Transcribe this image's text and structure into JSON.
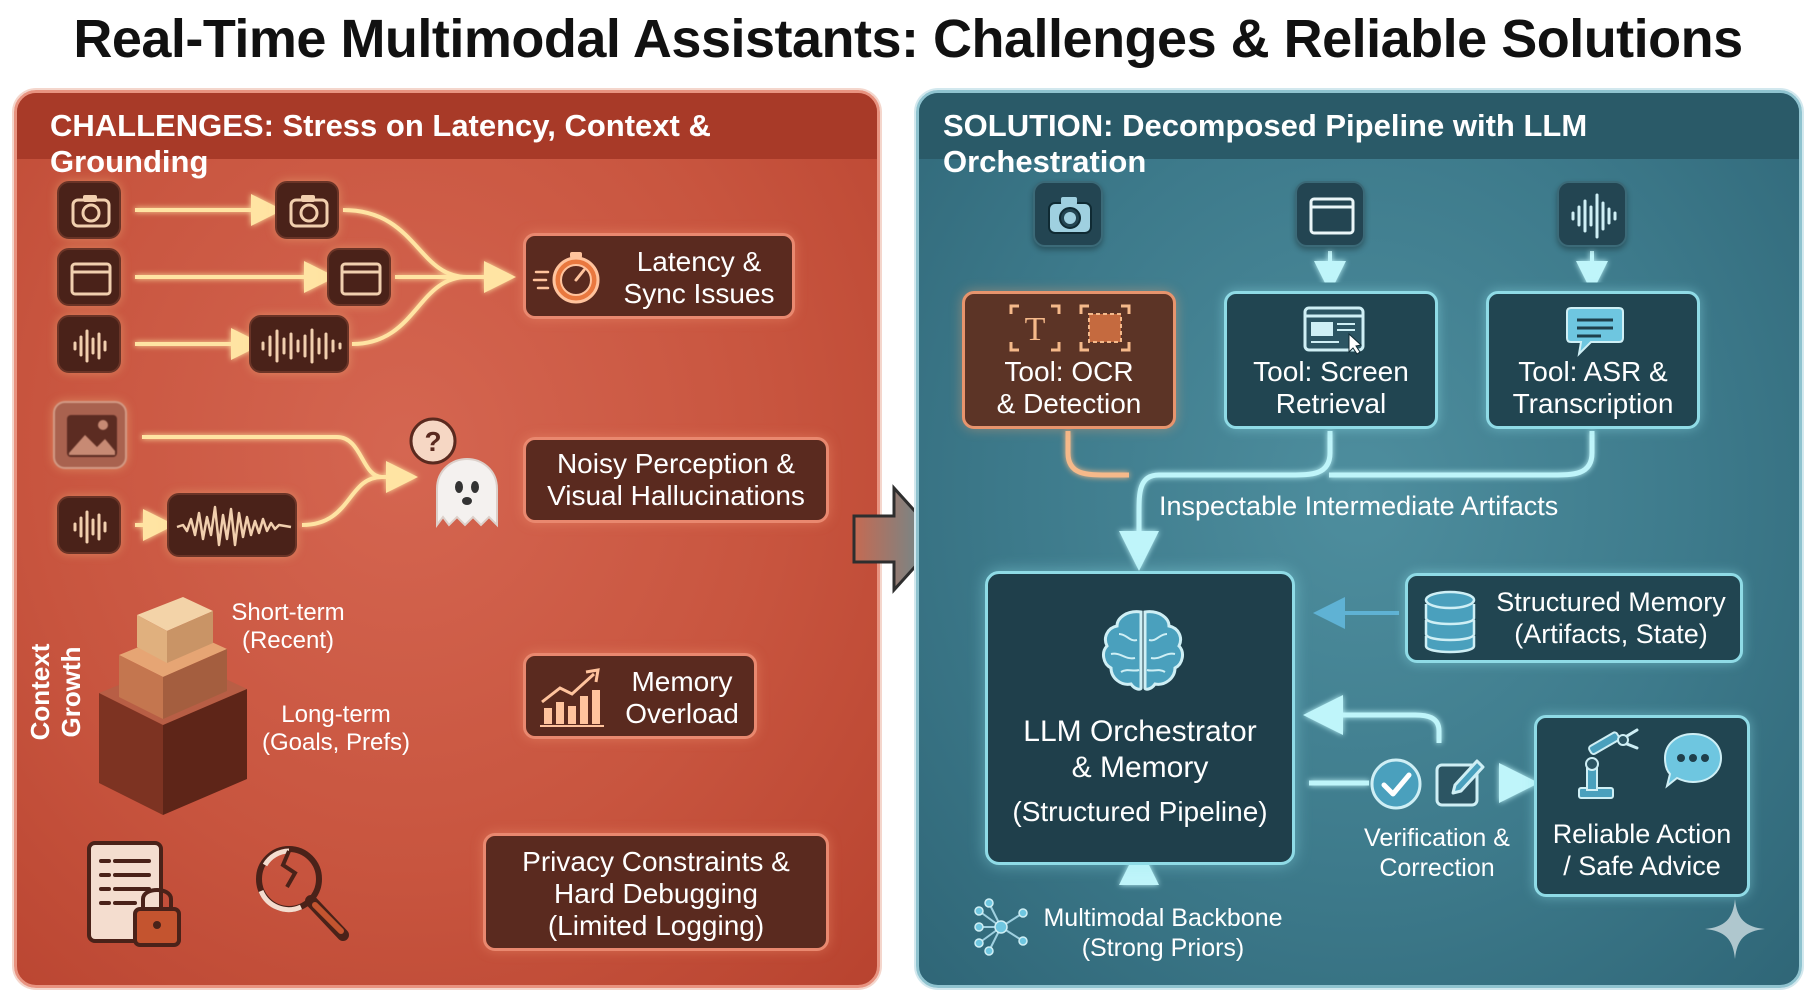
{
  "title": "Real-Time Multimodal Assistants: Challenges & Reliable Solutions",
  "left_panel": {
    "header": "CHALLENGES: Stress on Latency, Context & Grounding",
    "issues": {
      "latency_line1": "Latency &",
      "latency_line2": "Sync Issues",
      "noisy_line1": "Noisy Perception &",
      "noisy_line2": "Visual Hallucinations",
      "memory_line1": "Memory",
      "memory_line2": "Overload",
      "privacy_line1": "Privacy Constraints &",
      "privacy_line2": "Hard Debugging",
      "privacy_line3": "(Limited Logging)"
    },
    "context": {
      "axis_label": "Context Growth",
      "short_term_line1": "Short-term",
      "short_term_line2": "(Recent)",
      "long_term_line1": "Long-term",
      "long_term_line2": "(Goals, Prefs)"
    },
    "question_mark": "?"
  },
  "right_panel": {
    "header": "SOLUTION: Decomposed Pipeline with LLM Orchestration",
    "tools": {
      "ocr_line1": "Tool: OCR",
      "ocr_line2": "& Detection",
      "ocr_icon_letter": "T",
      "screen_line1": "Tool: Screen",
      "screen_line2": "Retrieval",
      "asr_line1": "Tool: ASR &",
      "asr_line2": "Transcription"
    },
    "artifacts_label": "Inspectable Intermediate Artifacts",
    "orchestrator": {
      "line1": "LLM Orchestrator",
      "line2": "& Memory",
      "line3": "(Structured Pipeline)"
    },
    "structured_memory": {
      "line1": "Structured Memory",
      "line2": "(Artifacts, State)"
    },
    "verification": {
      "line1": "Verification &",
      "line2": "Correction"
    },
    "action": {
      "line1": "Reliable Action",
      "line2": "/ Safe Advice"
    },
    "backbone": {
      "line1": "Multimodal Backbone",
      "line2": "(Strong Priors)"
    }
  },
  "colors": {
    "left_bg": "#c8553f",
    "right_bg": "#3d7a8b",
    "warm_glow": "#ffe4a3",
    "cool_glow": "#a9eef5"
  }
}
